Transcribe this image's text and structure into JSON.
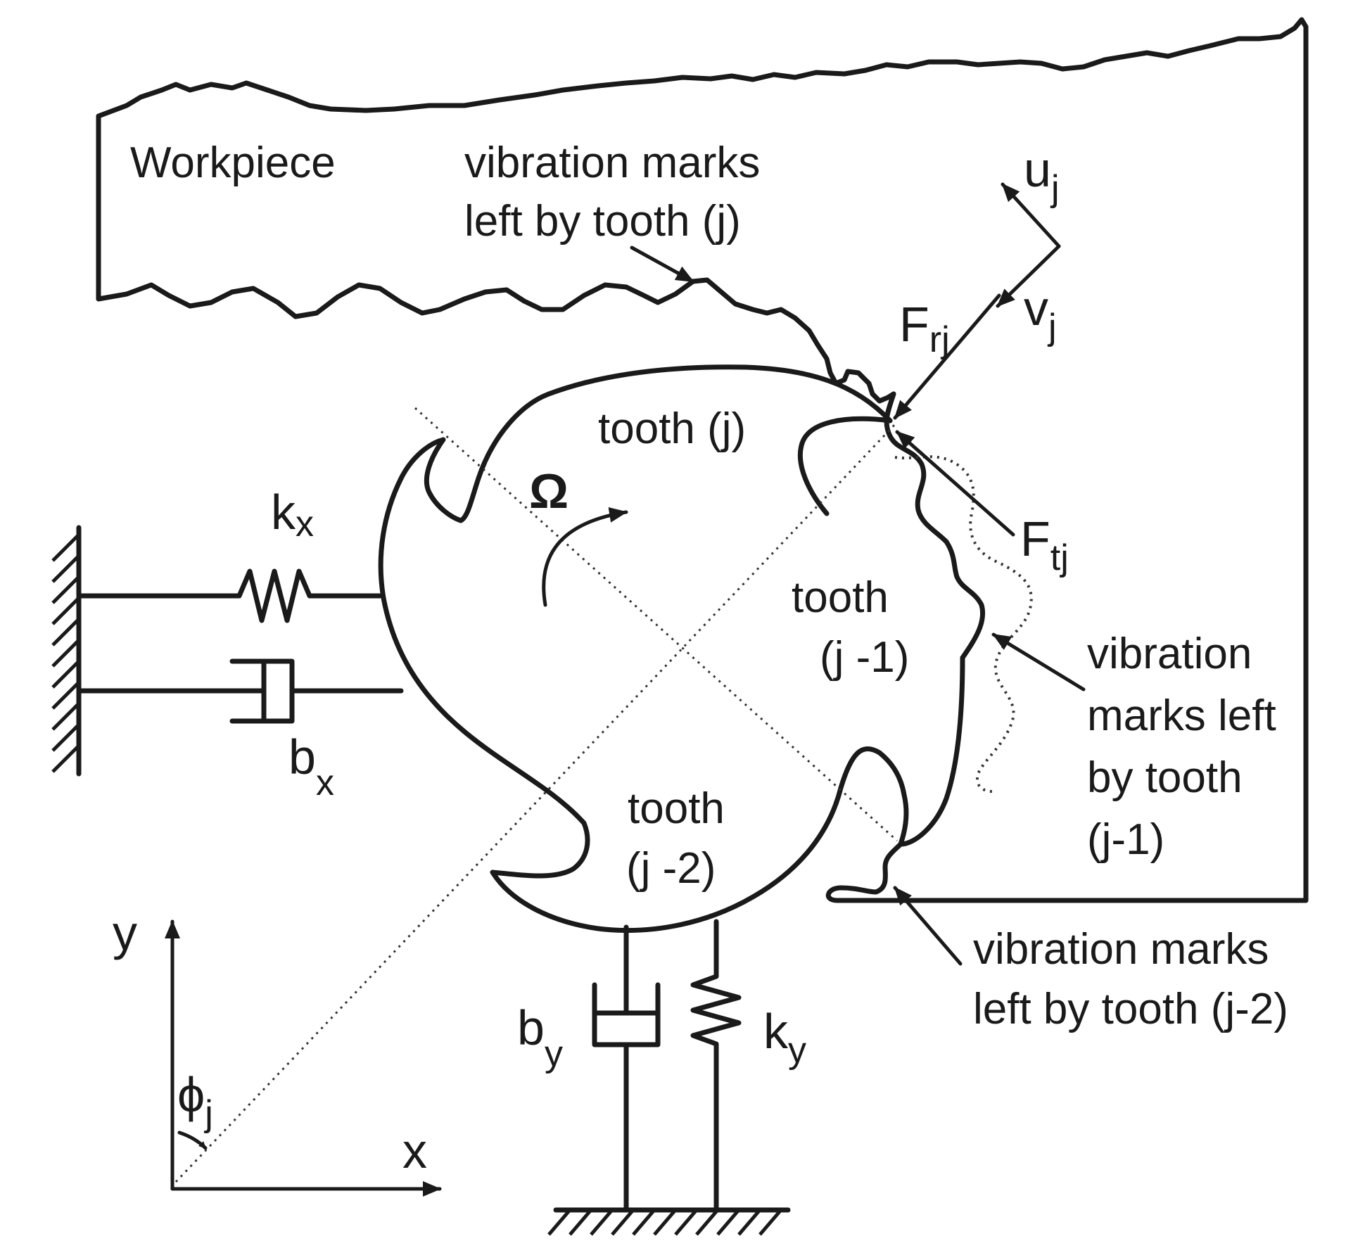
{
  "labels": {
    "workpiece": "Workpiece",
    "marks_j": [
      "vibration marks",
      "left by tooth (j)"
    ],
    "tooth_j": "tooth (j)",
    "tooth_j1": [
      "tooth",
      "(j -1)"
    ],
    "tooth_j2": [
      "tooth",
      "(j -2)"
    ],
    "marks_j1": [
      "vibration",
      "marks left",
      "by tooth",
      "(j-1)"
    ],
    "marks_j2": [
      "vibration marks",
      "left by tooth (j-2)"
    ],
    "omega": "Ω"
  },
  "symbols": {
    "kx": {
      "base": "k",
      "sub": "x"
    },
    "bx": {
      "base": "b",
      "sub": "x"
    },
    "ky": {
      "base": "k",
      "sub": "y"
    },
    "by": {
      "base": "b",
      "sub": "y"
    },
    "uj": {
      "base": "u",
      "sub": "j"
    },
    "vj": {
      "base": "v",
      "sub": "j"
    },
    "frj": {
      "base": "F",
      "sub": "rj"
    },
    "ftj": {
      "base": "F",
      "sub": "tj"
    },
    "phij": {
      "base": "ϕ",
      "sub": "j"
    },
    "axis_x": "x",
    "axis_y": "y"
  }
}
